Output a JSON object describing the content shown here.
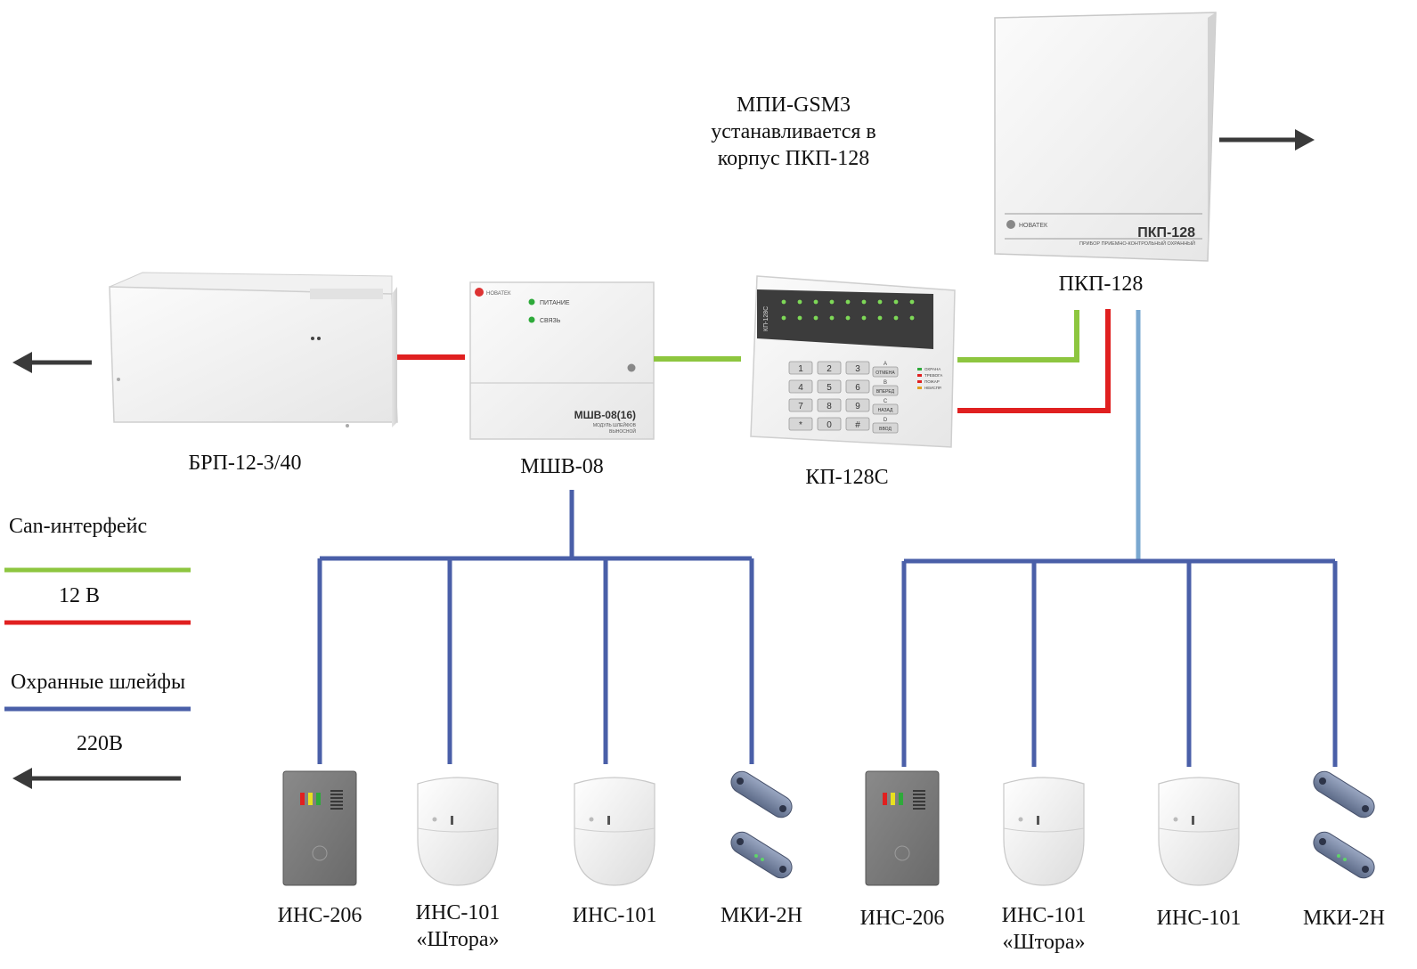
{
  "note": {
    "line1": "МПИ-GSM3",
    "line2": "устанавливается в",
    "line3": "корпус ПКП-128"
  },
  "devices": {
    "brp": {
      "label": "БРП-12-3/40"
    },
    "mshv": {
      "label": "МШВ-08",
      "brand": "НОВАТЕК",
      "led1": "ПИТАНИЕ",
      "led2": "СВЯЗЬ",
      "model": "МШВ-08(16)",
      "sub1": "МОДУЛЬ ШЛЕЙФОВ",
      "sub2": "ВЫНОСНОЙ"
    },
    "kp": {
      "label": "КП-128С",
      "side": "КП-128С",
      "keys": [
        "1",
        "2",
        "3",
        "4",
        "5",
        "6",
        "7",
        "8",
        "9",
        "*",
        "0",
        "#"
      ],
      "fkeys": [
        "ОТМЕНА",
        "ВПЕРЕД",
        "НАЗАД",
        "ВВОД"
      ],
      "fletters": [
        "A",
        "B",
        "C",
        "D"
      ],
      "status": [
        "ОХРАНА",
        "ТРЕВОГА",
        "ПОЖАР",
        "НЕИСПР."
      ]
    },
    "pkp": {
      "label": "ПКП-128",
      "brand": "НОВАТЕК",
      "model": "ПКП-128",
      "sub": "ПРИБОР ПРИЕМНО-КОНТРОЛЬНЫЙ ОХРАННЫЙ"
    }
  },
  "sensors_left": [
    {
      "label": "ИНС-206",
      "kind": "ins206"
    },
    {
      "label": "ИНС-101",
      "label2": "«Штора»",
      "kind": "ins101"
    },
    {
      "label": "ИНС-101",
      "kind": "ins101"
    },
    {
      "label": "МКИ-2Н",
      "kind": "mki"
    }
  ],
  "sensors_right": [
    {
      "label": "ИНС-206",
      "kind": "ins206"
    },
    {
      "label": "ИНС-101",
      "label2": "«Штора»",
      "kind": "ins101"
    },
    {
      "label": "ИНС-101",
      "kind": "ins101"
    },
    {
      "label": "МКИ-2Н",
      "kind": "mki"
    }
  ],
  "legend": [
    {
      "label": "Can-интерфейс",
      "color": "#8dc63f",
      "kind": "line"
    },
    {
      "label": "12 В",
      "color": "#e02020",
      "kind": "line"
    },
    {
      "label": "Охранные шлейфы",
      "color": "#4a5fa8",
      "kind": "line"
    },
    {
      "label": "220В",
      "color": "#3a3a3a",
      "kind": "arrow"
    }
  ],
  "colors": {
    "can": "#8dc63f",
    "power12": "#e02020",
    "loop": "#4a5fa8",
    "loop_trunk": "#7aa8d0",
    "mains": "#3a3a3a"
  }
}
